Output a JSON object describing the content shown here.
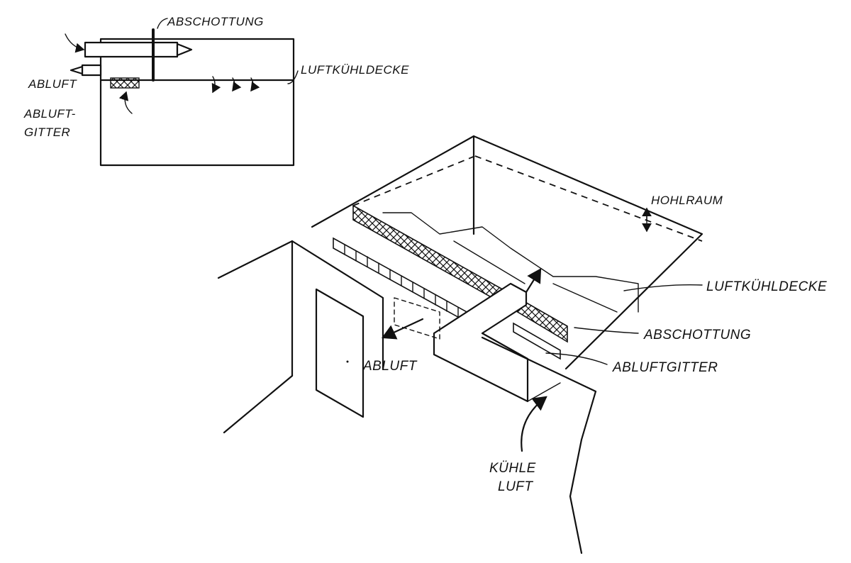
{
  "labels": {
    "inset_abschottung": "ABSCHOTTUNG",
    "inset_luftkuehldecke": "LUFTKÜHLDECKE",
    "inset_abluft": "ABLUFT",
    "inset_abluftgitter_line1": "ABLUFT-",
    "inset_abluftgitter_line2": "GITTER",
    "hohlraum": "HOHLRAUM",
    "luftkuehldecke": "LUFTKÜHLDECKE",
    "abschottung": "ABSCHOTTUNG",
    "abluftgitter": "ABLUFTGITTER",
    "abluft": "ABLUFT",
    "kuehle_line1": "KÜHLE",
    "kuehle_line2": "LUFT"
  }
}
